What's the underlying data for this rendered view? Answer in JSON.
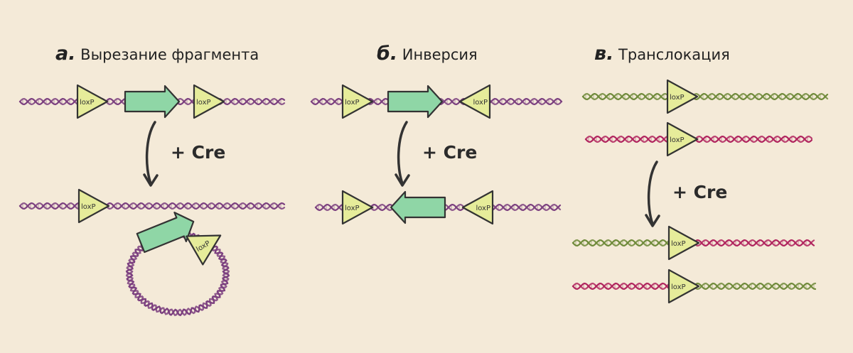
{
  "panels": [
    {
      "letter": "а.",
      "title": "Вырезание фрагмента",
      "cre": "+ Cre"
    },
    {
      "letter": "б.",
      "title": "Инверсия",
      "cre": "+ Cre"
    },
    {
      "letter": "в.",
      "title": "Транслокация",
      "cre": "+ Cre"
    }
  ],
  "site_label": "loxP",
  "colors": {
    "background": "#f4ead8",
    "dna_purple": "#7b3f7f",
    "dna_green": "#6f8a3a",
    "dna_red": "#b0245e",
    "loxp_fill": "#e6ec9a",
    "fragment_fill": "#8fd6a6",
    "outline": "#333333"
  }
}
